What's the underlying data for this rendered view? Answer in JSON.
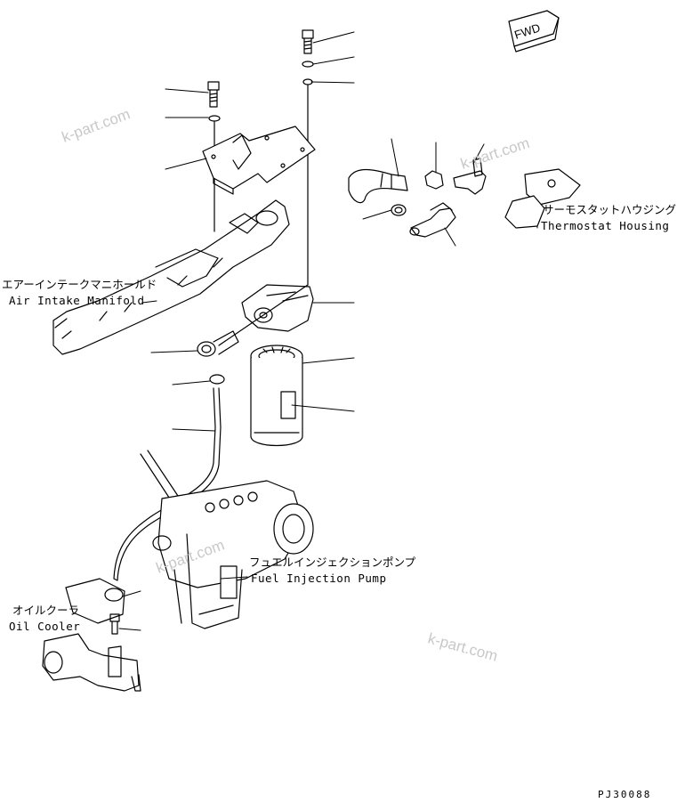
{
  "labels": {
    "thermostat_housing_jp": "サーモスタットハウジング",
    "thermostat_housing_en": "Thermostat Housing",
    "air_intake_manifold_jp": "エアーインテークマニホールド",
    "air_intake_manifold_en": "Air Intake Manifold",
    "fuel_injection_pump_jp": "フュエルインジェクションポンプ",
    "fuel_injection_pump_en": "Fuel Injection Pump",
    "oil_cooler_jp": "オイルクーラ",
    "oil_cooler_en": "Oil Cooler"
  },
  "direction_marker": "FWD",
  "watermark": "k-part.com",
  "drawing_code": "PJ30088"
}
